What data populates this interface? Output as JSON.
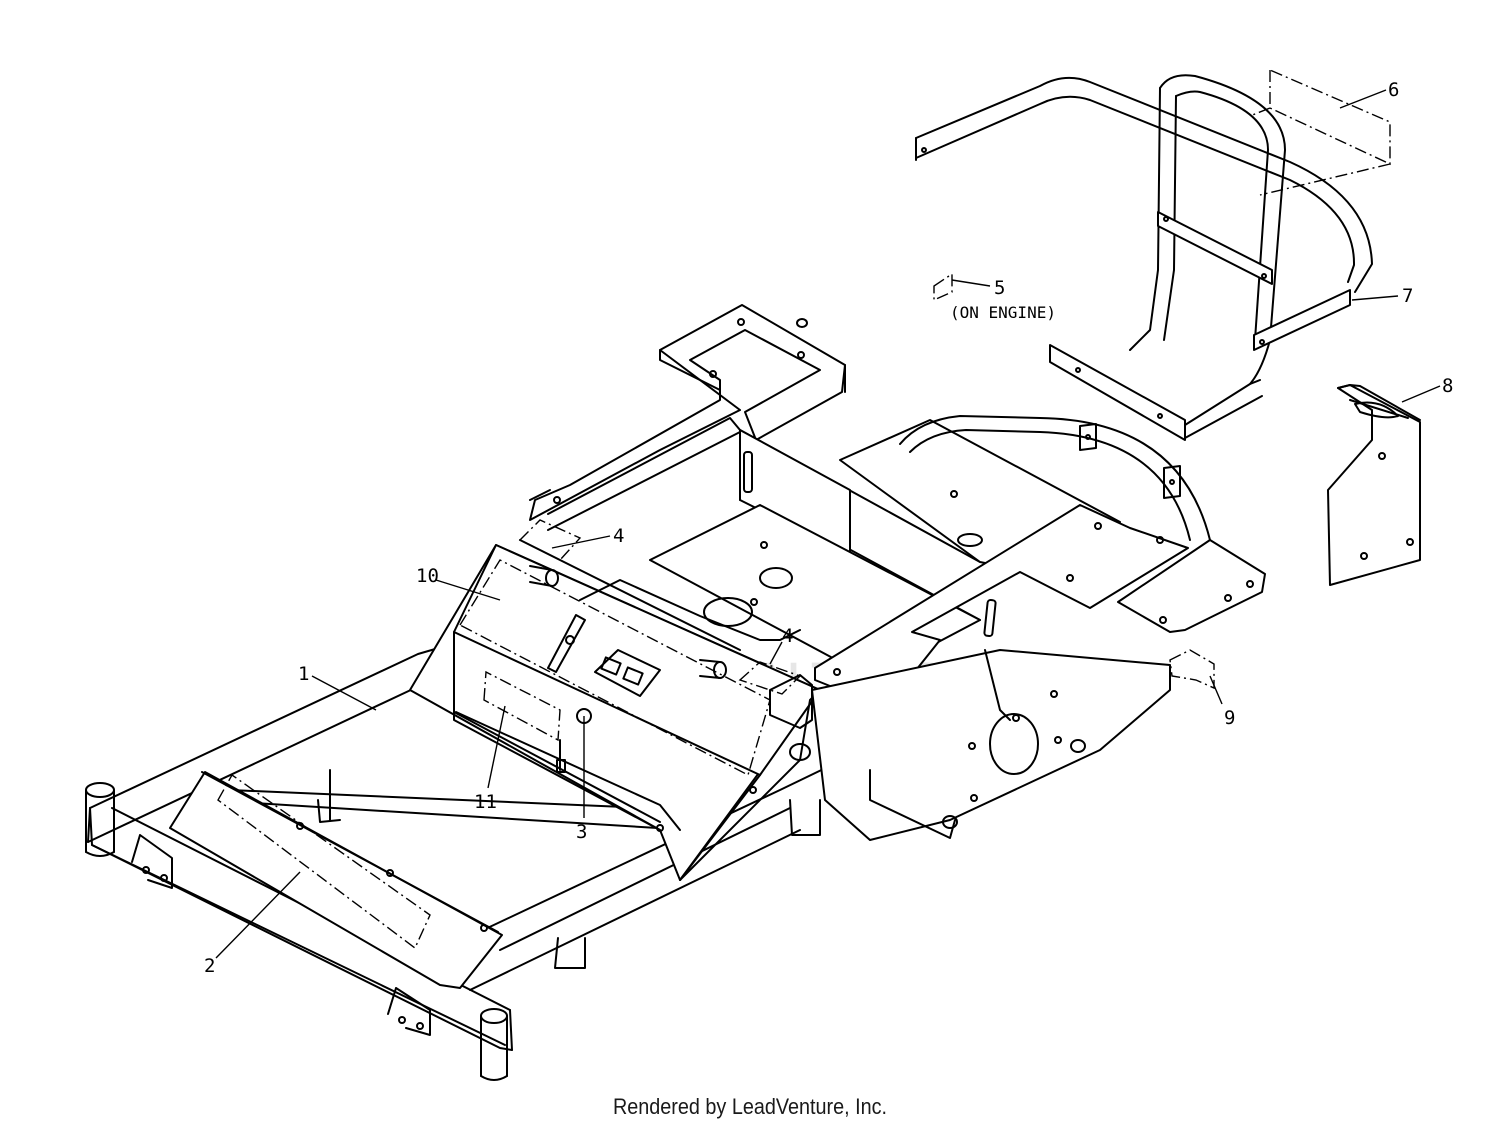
{
  "callouts": {
    "c1": "1",
    "c2": "2",
    "c3": "3",
    "c4a": "4",
    "c4b": "4",
    "c5": "5",
    "c5_note": "(ON ENGINE)",
    "c6": "6",
    "c7": "7",
    "c8": "8",
    "c9": "9",
    "c10": "10",
    "c11": "11"
  },
  "watermark": "LEADVENTURE",
  "footer": "Rendered by LeadVenture, Inc.",
  "colors": {
    "line": "#000000",
    "watermark": "#e6e6e6",
    "background": "#ffffff"
  }
}
